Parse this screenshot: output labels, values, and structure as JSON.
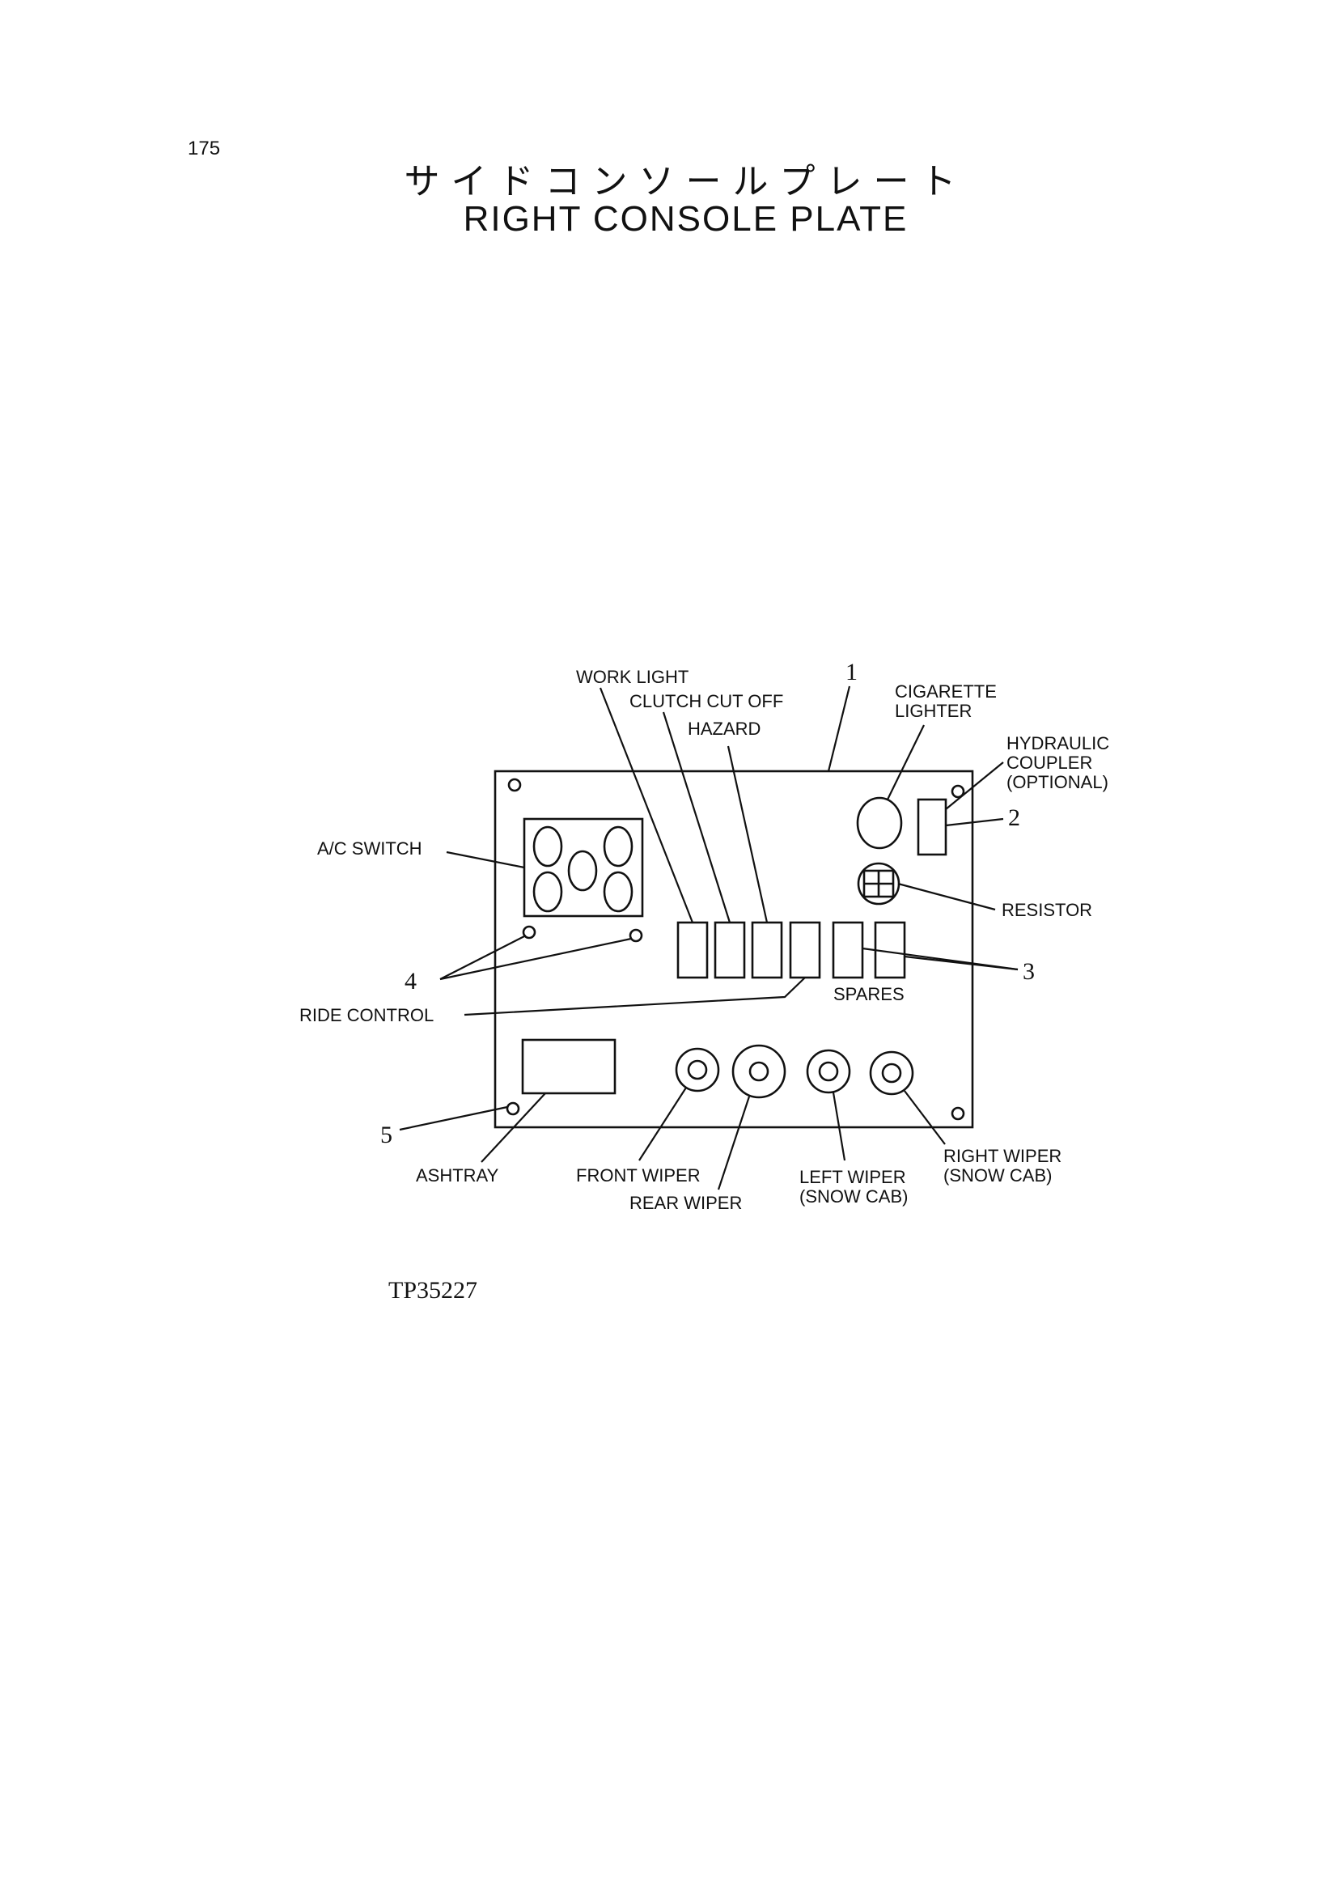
{
  "page_number": "175",
  "title_jp": "サイドコンソールプレート",
  "title_en": "RIGHT CONSOLE PLATE",
  "doc_code": "TP35227",
  "labels": {
    "work_light": "WORK LIGHT",
    "clutch_cut_off": "CLUTCH CUT OFF",
    "hazard": "HAZARD",
    "cigarette_lighter_1": "CIGARETTE",
    "cigarette_lighter_2": "LIGHTER",
    "hydraulic_coupler_1": "HYDRAULIC",
    "hydraulic_coupler_2": "COUPLER",
    "hydraulic_coupler_3": "(OPTIONAL)",
    "ac_switch": "A/C SWITCH",
    "resistor": "RESISTOR",
    "spares": "SPARES",
    "ride_control": "RIDE CONTROL",
    "ashtray": "ASHTRAY",
    "front_wiper": "FRONT WIPER",
    "rear_wiper": "REAR WIPER",
    "left_wiper_1": "LEFT WIPER",
    "left_wiper_2": "(SNOW CAB)",
    "right_wiper_1": "RIGHT WIPER",
    "right_wiper_2": "(SNOW CAB)"
  },
  "callouts": {
    "c1": "1",
    "c2": "2",
    "c3": "3",
    "c4": "4",
    "c5": "5"
  }
}
